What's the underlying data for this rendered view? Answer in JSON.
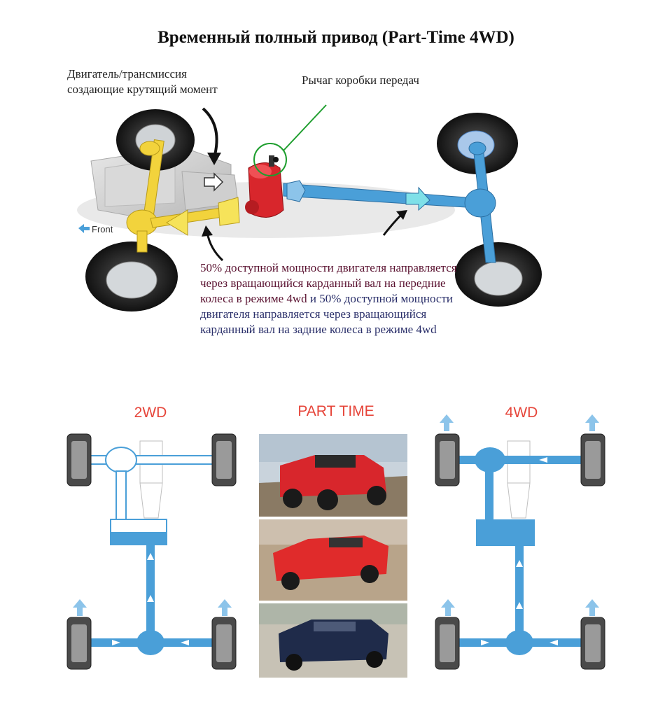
{
  "title": "Временный полный привод (Part-Time 4WD)",
  "labels": {
    "engine_transmission": "Двигатель/трансмиссия\nсоздающие крутящий момент",
    "gear_lever": "Рычаг коробки передач",
    "front": "Front"
  },
  "power_note": {
    "part1": "50% доступной мощности двигателя направляется через вращающийся карданный вал на передние колеса в режиме 4wd",
    "part2": " и 50% доступной мощности двигателя направляется через вращающийся карданный вал на задние колеса в режиме 4wd"
  },
  "modes": {
    "two_wd": "2WD",
    "part_time": "PART TIME",
    "four_wd": "4WD"
  },
  "colors": {
    "shaft_blue": "#4a9fd8",
    "arrow_blue": "#8cc4ea",
    "front_yellow": "#f2d33c",
    "transfer_red": "#d8262c",
    "mode_red": "#e6453a",
    "lever_circle": "#1e9e2e"
  },
  "photos": {
    "top": "red-jeep-wrangler",
    "middle": "red-pickup-truck",
    "bottom": "dark-blue-suv"
  }
}
